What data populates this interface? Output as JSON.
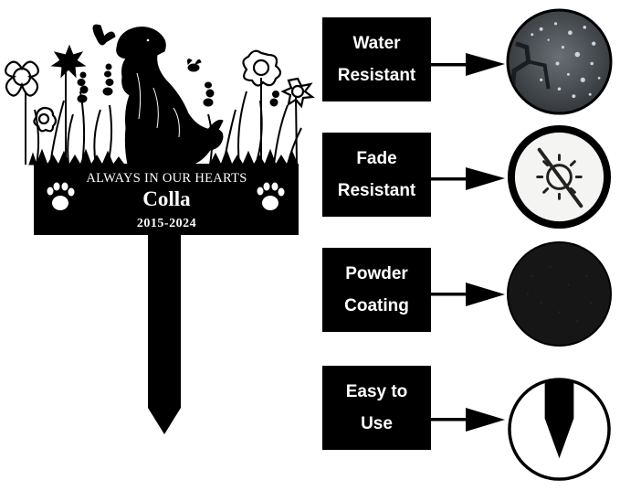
{
  "plaque": {
    "line1": "ALWAYS IN OUR HEARTS",
    "name": "Colla",
    "years": "2015-2024"
  },
  "features": [
    {
      "line1": "Water",
      "line2": "Resistant",
      "icon": "water-droplets-texture"
    },
    {
      "line1": "Fade",
      "line2": "Resistant",
      "icon": "no-sun-icon"
    },
    {
      "line1": "Powder",
      "line2": "Coating",
      "icon": "powder-coating-texture"
    },
    {
      "line1": "Easy to",
      "line2": "Use",
      "icon": "stake-tip-icon"
    }
  ],
  "colors": {
    "background": "#ffffff",
    "metal": "#000000",
    "text_on_metal": "#ffffff"
  }
}
